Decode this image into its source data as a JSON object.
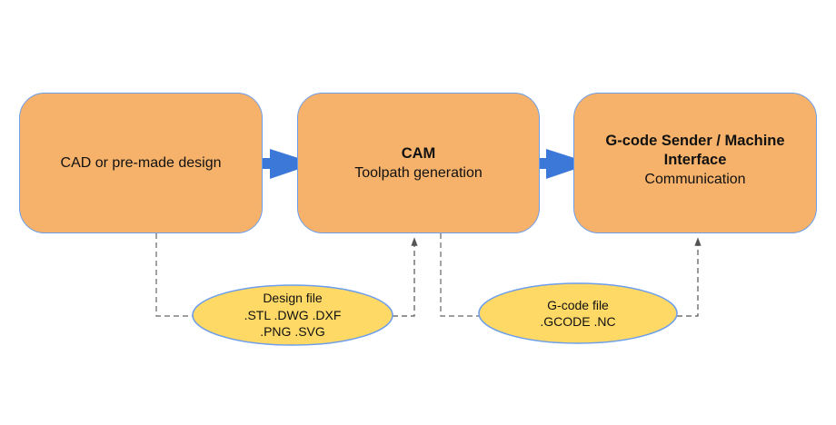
{
  "diagram": {
    "stages": [
      {
        "title": "",
        "subtitle": "CAD or pre-made design"
      },
      {
        "title": "CAM",
        "subtitle": "Toolpath generation"
      },
      {
        "title": "G-code Sender / Machine Interface",
        "subtitle": "Communication"
      }
    ],
    "artifacts": [
      {
        "name": "Design file",
        "lines": [
          ".STL .DWG .DXF",
          ".PNG .SVG"
        ]
      },
      {
        "name": "G-code file",
        "lines": [
          ".GCODE .NC"
        ]
      }
    ],
    "colors": {
      "stage_fill": "#f6b26b",
      "stage_border": "#6d9eeb",
      "artifact_fill": "#ffd966",
      "arrow": "#3c78d8",
      "connector": "#555555"
    }
  }
}
